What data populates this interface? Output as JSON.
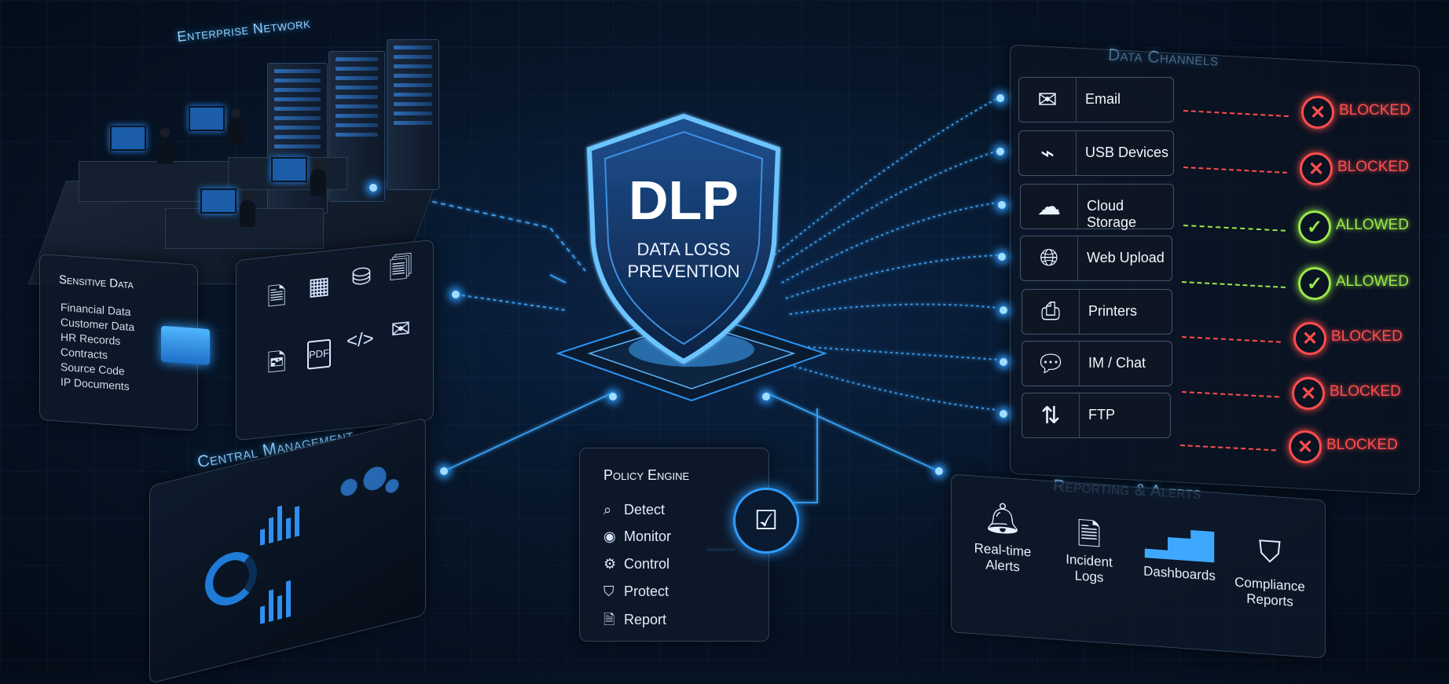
{
  "enterprise_network": {
    "title": "Enterprise Network"
  },
  "sensitive_data": {
    "title": "Sensitive Data",
    "items": [
      "Financial Data",
      "Customer Data",
      "HR Records",
      "Contracts",
      "Source Code",
      "IP Documents"
    ],
    "file_icons": [
      "document-icon",
      "spreadsheet-icon",
      "database-icon",
      "xml-icon",
      "image-file-icon",
      "pdf-icon",
      "code-icon",
      "mail-icon"
    ],
    "pdf_label": "PDF"
  },
  "central_management": {
    "title": "Central Management"
  },
  "shield": {
    "title": "DLP",
    "subtitle_line1": "DATA LOSS",
    "subtitle_line2": "PREVENTION"
  },
  "data_channels": {
    "title": "Data Channels",
    "channels": [
      {
        "label": "Email",
        "icon": "mail-icon",
        "status": "BLOCKED"
      },
      {
        "label": "USB Devices",
        "icon": "usb-icon",
        "status": "BLOCKED"
      },
      {
        "label": "Cloud Storage",
        "icon": "cloud-icon",
        "status": "ALLOWED"
      },
      {
        "label": "Web Upload",
        "icon": "globe-icon",
        "status": "ALLOWED"
      },
      {
        "label": "Printers",
        "icon": "printer-icon",
        "status": "BLOCKED"
      },
      {
        "label": "IM / Chat",
        "icon": "chat-icon",
        "status": "BLOCKED"
      },
      {
        "label": "FTP",
        "icon": "transfer-arrows-icon",
        "status": "BLOCKED"
      }
    ]
  },
  "policy_engine": {
    "title": "Policy Engine",
    "items": [
      {
        "label": "Detect",
        "icon": "search-icon"
      },
      {
        "label": "Monitor",
        "icon": "eye-icon"
      },
      {
        "label": "Control",
        "icon": "gear-icon"
      },
      {
        "label": "Protect",
        "icon": "shield-icon"
      },
      {
        "label": "Report",
        "icon": "report-icon"
      }
    ]
  },
  "reporting": {
    "title": "Reporting & Alerts",
    "items": [
      {
        "line1": "Real-time",
        "line2": "Alerts",
        "icon": "bell-icon"
      },
      {
        "line1": "Incident",
        "line2": "Logs",
        "icon": "log-icon"
      },
      {
        "line1": "Dashboards",
        "line2": "",
        "icon": "bar-chart-icon"
      },
      {
        "line1": "Compliance",
        "line2": "Reports",
        "icon": "shield-check-icon"
      }
    ]
  },
  "colors": {
    "blocked": "#ff4d4d",
    "allowed": "#9be84a",
    "glow": "#2e9cff"
  }
}
